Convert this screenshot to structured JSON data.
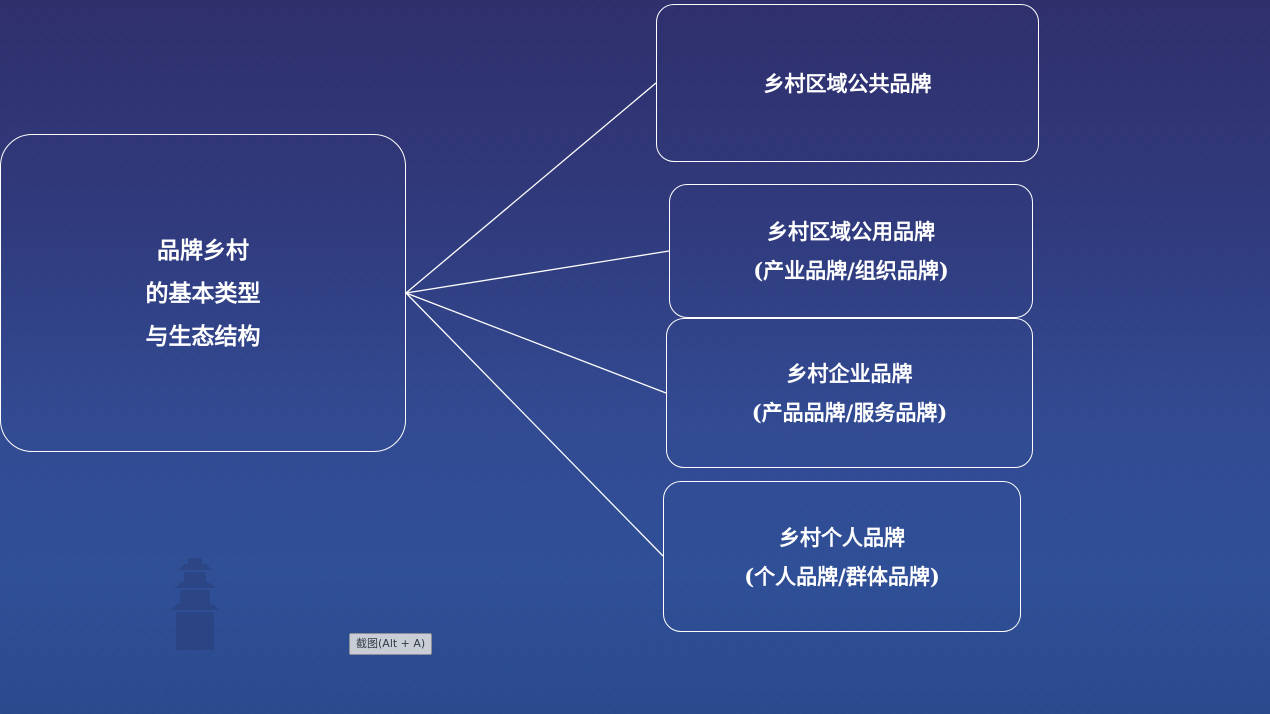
{
  "diagram": {
    "center": {
      "lines": [
        "品牌乡村",
        "的基本类型",
        "与生态结构"
      ]
    },
    "branches": [
      {
        "lines": [
          "乡村区域公共品牌"
        ]
      },
      {
        "lines": [
          "乡村区域公用品牌",
          "(产业品牌/组织品牌)"
        ]
      },
      {
        "lines": [
          "乡村企业品牌",
          "(产品品牌/服务品牌)"
        ]
      },
      {
        "lines": [
          "乡村个人品牌",
          "(个人品牌/群体品牌)"
        ]
      }
    ]
  },
  "tooltip": {
    "label": "截图(Alt + A)"
  },
  "colors": {
    "background_top": "#2f2f6c",
    "background_bottom": "#2f4f97",
    "line": "#ffffff",
    "text": "#ffffff"
  }
}
